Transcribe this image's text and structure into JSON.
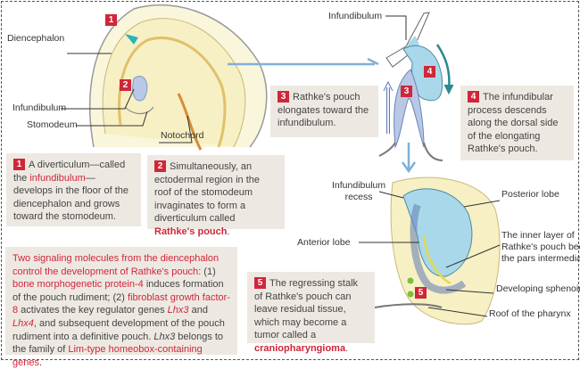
{
  "labels": {
    "diencephalon": "Diencephalon",
    "infundibulum_left": "Infundibulum",
    "stomodeum": "Stomodeum",
    "notochord": "Notochord",
    "infundibulum_top": "Infundibulum",
    "infundibulum_recess_1": "Infundibulum",
    "infundibulum_recess_2": "recess",
    "posterior_lobe": "Posterior lobe",
    "anterior_lobe": "Anterior lobe",
    "inner_layer_1": "The inner layer of",
    "inner_layer_2": "Rathke's pouch becomes",
    "inner_layer_3": "the pars intermedia.",
    "sphenoid": "Developing sphenoid bone",
    "pharynx": "Roof of the pharynx"
  },
  "badges": [
    "1",
    "2",
    "3",
    "4",
    "5"
  ],
  "step1": {
    "a": "A diverticulum—called the ",
    "b": "infundibulum",
    "c": "—develops in the floor of the diencephalon and grows toward the stomodeum."
  },
  "step2": {
    "a": "Simultaneously, an ectodermal region in the roof of the stomodeum invaginates to form a diverticulum called ",
    "b": "Rathke's pouch",
    "c": "."
  },
  "step3": {
    "a": "Rathke's pouch elongates toward the infundibulum."
  },
  "step4": {
    "a": "The  infundibular process descends along the dorsal side of the elongating Rathke's pouch."
  },
  "step5": {
    "a": "The regressing stalk of Rathke's pouch can leave residual tissue, which may become a tumor called a ",
    "b": "craniopharyngioma",
    "c": "."
  },
  "signaling": {
    "t1": "Two signaling molecules from the diencephalon control the development of Rathke's pouch",
    "t2": ": (1) ",
    "t3": "bone morphogenetic protein-4",
    "t4": " induces formation of the pouch rudiment;  (2) ",
    "t5": "fibroblast growth factor-8",
    "t6": " activates the key regulator genes ",
    "t7": "Lhx3",
    "t8": " and ",
    "t9": "Lhx4",
    "t10": ", and subsequent development of the pouch rudiment into a definitive pouch.  ",
    "t11": "Lhx3",
    "t12": " belongs to the family of ",
    "t13": "Lim-type homeobox-containing genes",
    "t14": "."
  },
  "colors": {
    "accent_red": "#d0263a",
    "box_bg": "#ede9e2",
    "arrow_blue": "#7fb0d8",
    "infundibulum_blue": "#a9d8ea",
    "pouch_blue": "#b8c8e6",
    "neural_yellow": "#f7f0c4"
  }
}
